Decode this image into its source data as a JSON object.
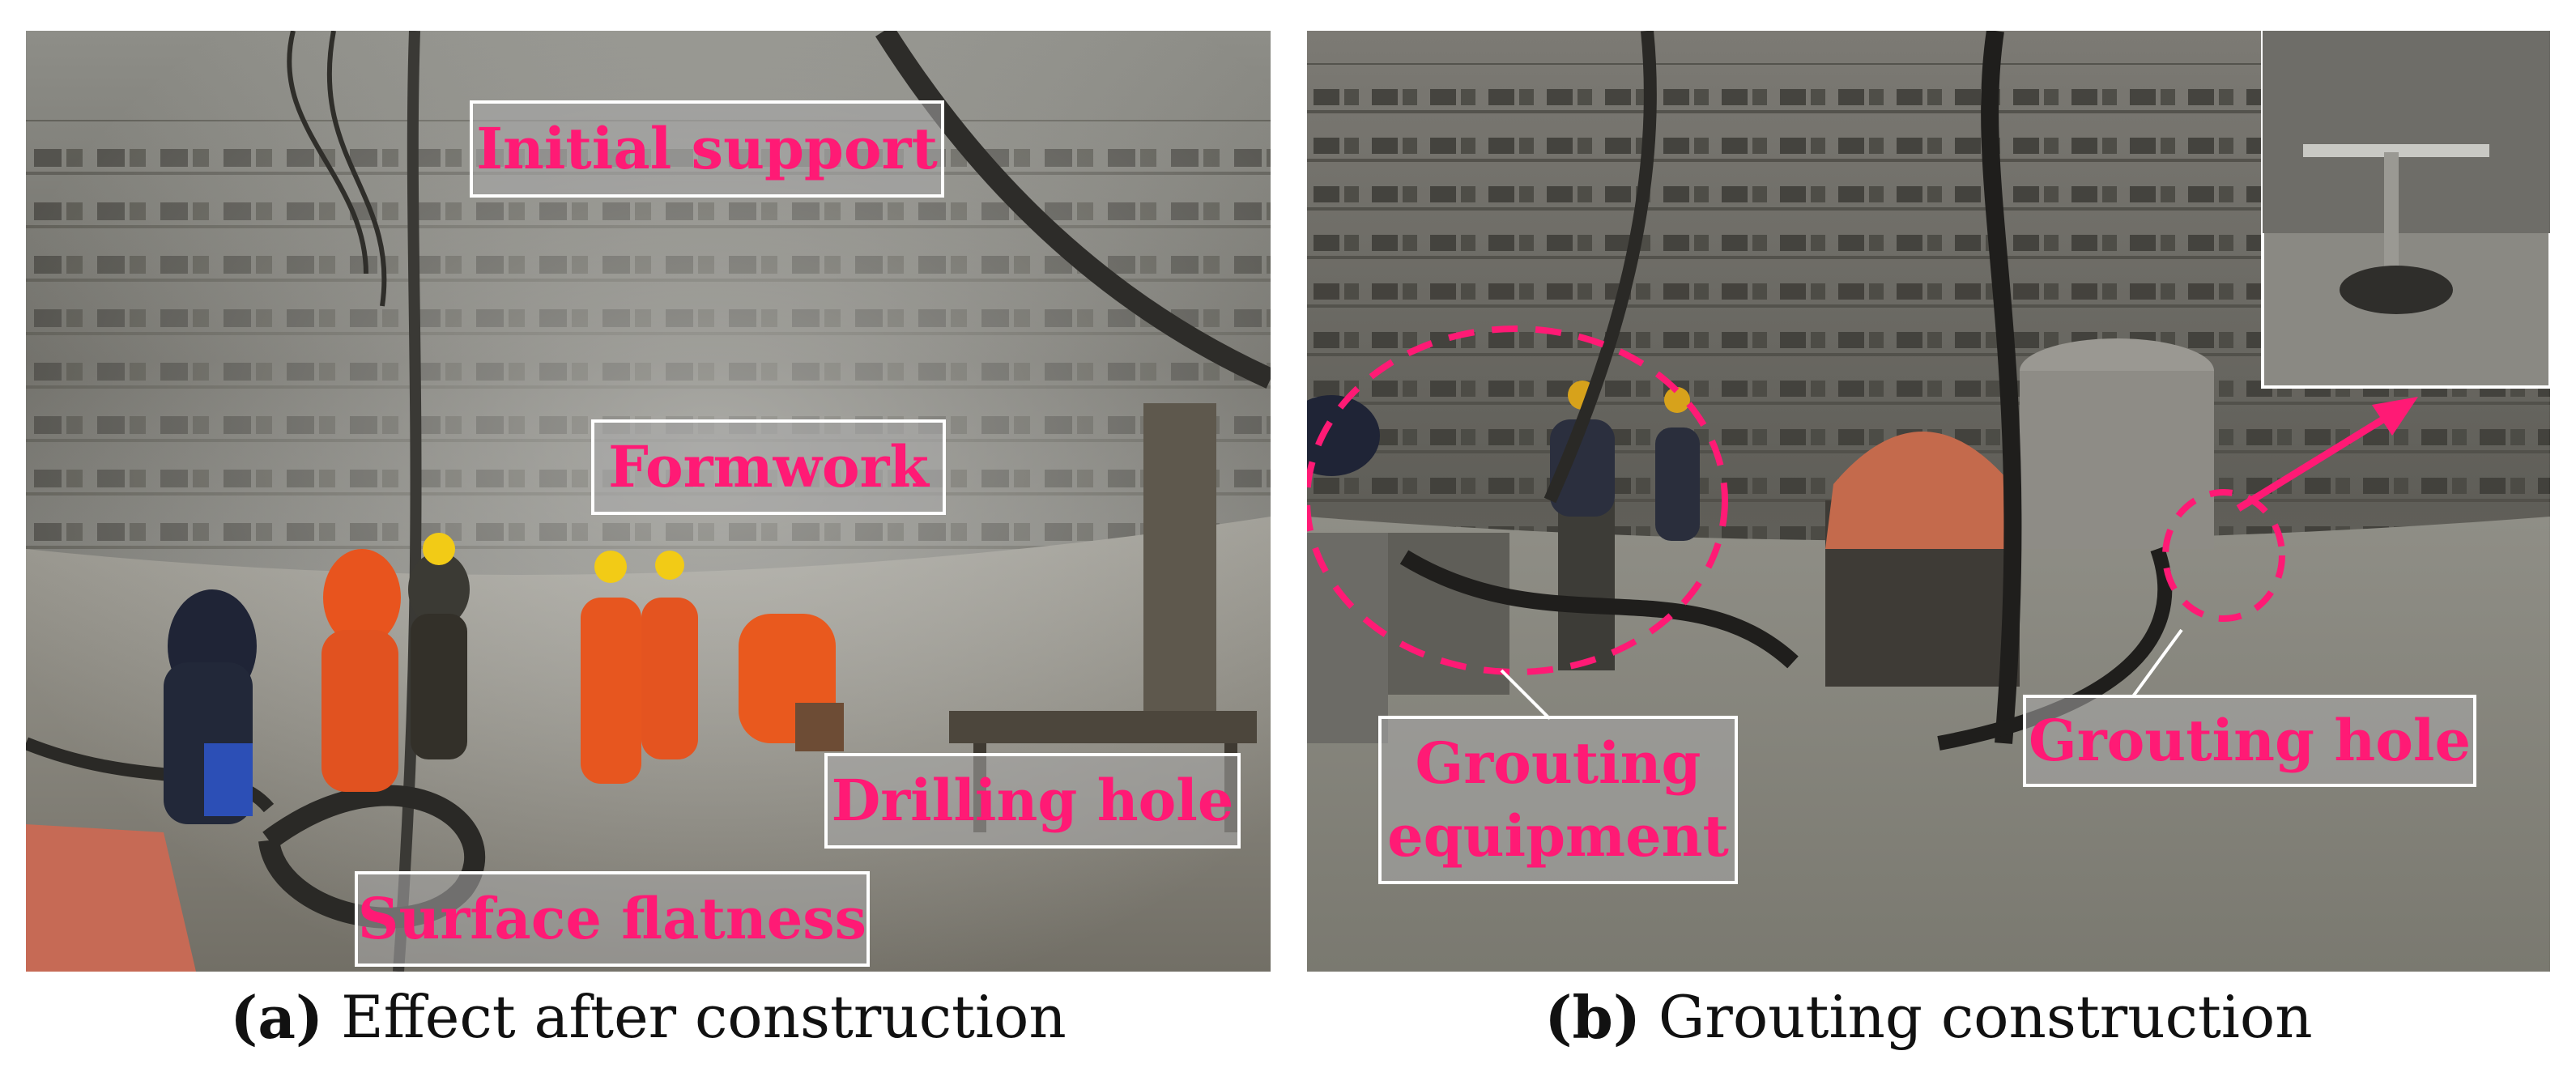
{
  "panel_a": {
    "labels": {
      "initial_support": "Initial support",
      "formwork": "Formwork",
      "drilling_hole": "Drilling hole",
      "surface_flatness": "Surface flatness"
    },
    "caption": {
      "tag": "(a)",
      "text": "Effect after construction"
    }
  },
  "panel_b": {
    "labels": {
      "grouting_equipment": "Grouting equipment",
      "grouting_hole": "Grouting hole"
    },
    "caption": {
      "tag": "(b)",
      "text": "Grouting construction"
    }
  },
  "colors": {
    "label_text": "#ff1a75",
    "label_box_border": "#ffffff",
    "dashed_ellipse": "#ff1a75",
    "arrow": "#ff1a75"
  }
}
